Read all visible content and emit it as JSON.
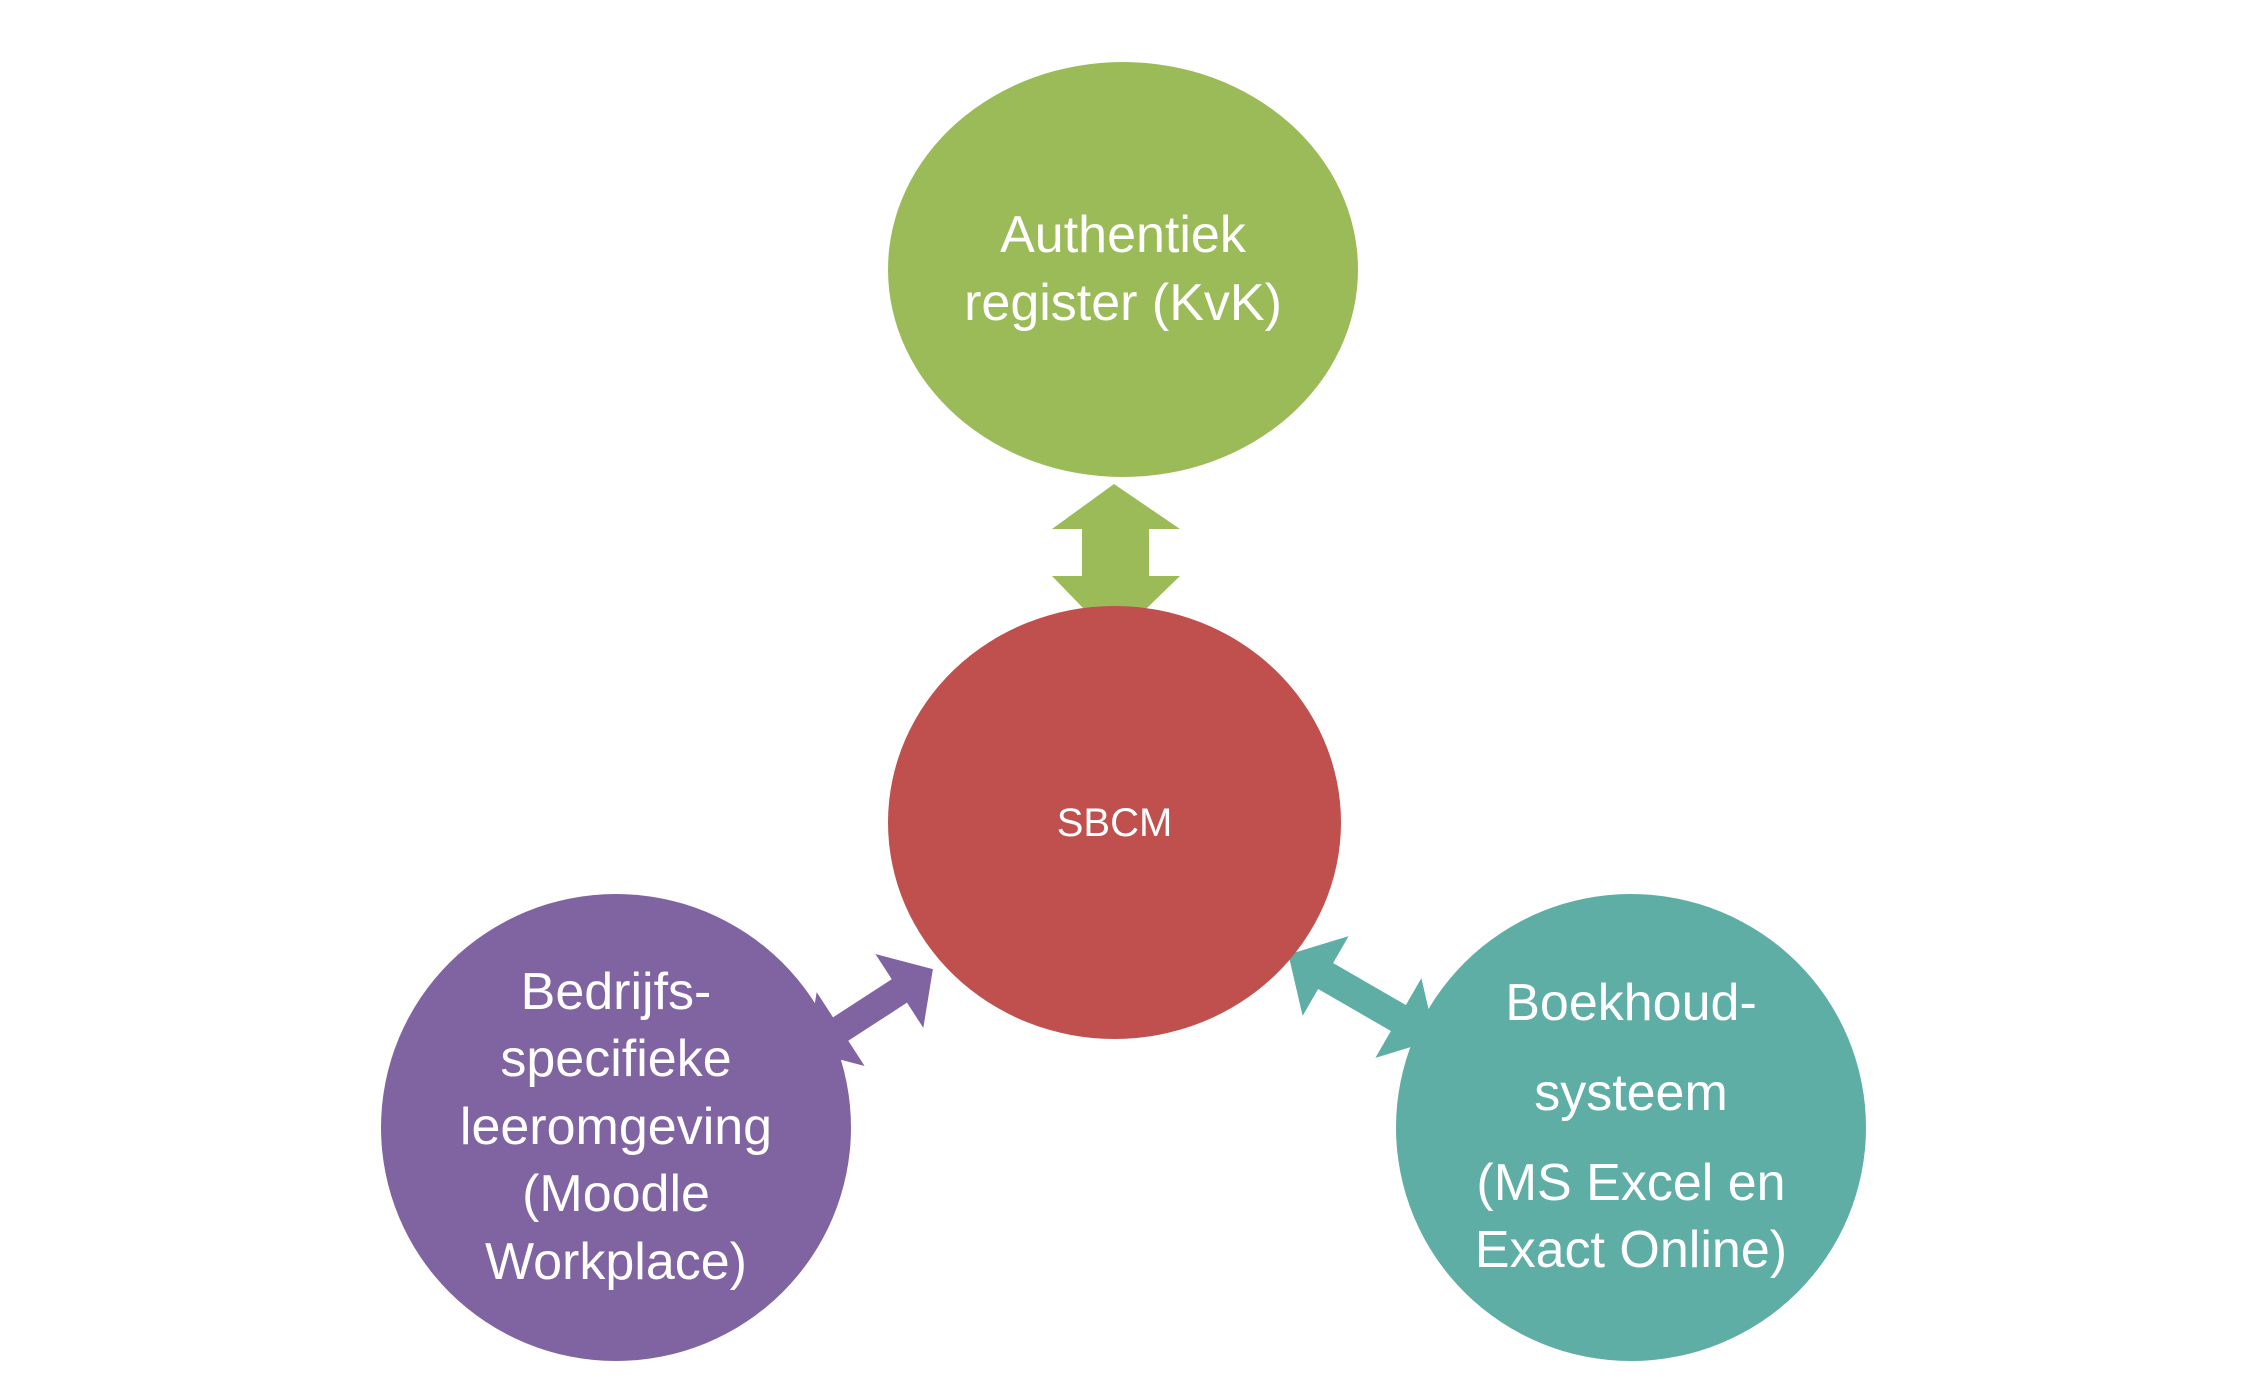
{
  "diagram": {
    "nodes": {
      "top": {
        "lines": [
          "Authentiek",
          "register (KvK)"
        ],
        "color": "#9bbb59"
      },
      "center": {
        "lines": [
          "SBCM"
        ],
        "color": "#c0504d"
      },
      "left": {
        "lines": [
          "Bedrijfs-",
          "specifieke",
          "leeromgeving",
          "(Moodle",
          "Workplace)"
        ],
        "color": "#8064a2"
      },
      "right": {
        "lines": [
          "Boekhoud-",
          "systeem"
        ],
        "lines2": [
          "(MS Excel en",
          "Exact Online)"
        ],
        "color": "#5faea6"
      }
    },
    "arrows": [
      {
        "from": "top",
        "to": "center",
        "direction": "bidirectional",
        "color": "#9bbb59"
      },
      {
        "from": "left",
        "to": "center",
        "direction": "bidirectional",
        "color": "#8064a2"
      },
      {
        "from": "right",
        "to": "center",
        "direction": "bidirectional",
        "color": "#5faea6"
      }
    ]
  }
}
